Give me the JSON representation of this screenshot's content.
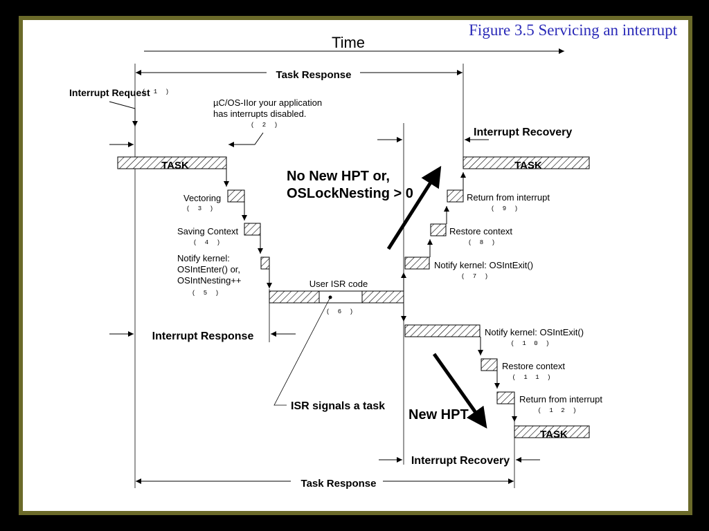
{
  "title": "Figure 3.5 Servicing an interrupt",
  "time_label": "Time",
  "task_response": "Task Response",
  "interrupt_request": "Interrupt Request",
  "note_disabled_line1": "µC/OS-IIor your application",
  "note_disabled_line2": "has interrupts disabled.",
  "interrupt_recovery": "Interrupt Recovery",
  "interrupt_response": "Interrupt Response",
  "task": "TASK",
  "vectoring": "Vectoring",
  "saving_context": "Saving Context",
  "notify_enter_line1": "Notify kernel:",
  "notify_enter_line2": "OSIntEnter() or,",
  "notify_enter_line3": "OSIntNesting++",
  "user_isr": "User ISR code",
  "isr_signals": "ISR signals a task",
  "notify_exit": "Notify kernel: OSIntExit()",
  "restore_context": "Restore context",
  "return_from_interrupt": "Return from interrupt",
  "no_new_hpt_line1": "No New HPT or,",
  "no_new_hpt_line2": "OSLockNesting > 0",
  "new_hpt": "New HPT",
  "steps": {
    "s1": "( 1 )",
    "s2": "( 2 )",
    "s3": "( 3 )",
    "s4": "( 4 )",
    "s5": "( 5 )",
    "s6": "( 6 )",
    "s7": "( 7 )",
    "s8": "( 8 )",
    "s9": "( 9 )",
    "s10": "( 1 0 )",
    "s11": "( 1 1 )",
    "s12": "( 1 2 )"
  },
  "colors": {
    "title": "#2a2ab8",
    "frame": "#6b6a2a",
    "background": "#000000"
  }
}
